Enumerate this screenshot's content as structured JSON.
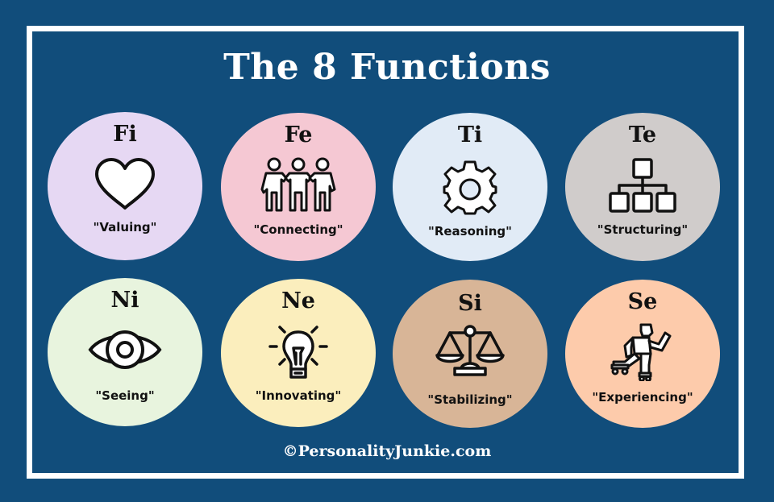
{
  "header": {
    "title": "The 8 Functions"
  },
  "colors": {
    "background": "#114d7b",
    "frame": "#ffffff",
    "text": "#111111"
  },
  "functions": [
    {
      "code": "Fi",
      "label": "\"Valuing\"",
      "icon": "heart-icon",
      "color": "#e6d8f3"
    },
    {
      "code": "Fe",
      "label": "\"Connecting\"",
      "icon": "people-icon",
      "color": "#f5c8d3"
    },
    {
      "code": "Ti",
      "label": "\"Reasoning\"",
      "icon": "gear-icon",
      "color": "#e1ebf6"
    },
    {
      "code": "Te",
      "label": "\"Structuring\"",
      "icon": "org-chart-icon",
      "color": "#d0cccb"
    },
    {
      "code": "Ni",
      "label": "\"Seeing\"",
      "icon": "eye-icon",
      "color": "#e8f4de"
    },
    {
      "code": "Ne",
      "label": "\"Innovating\"",
      "icon": "lightbulb-icon",
      "color": "#fbeebd"
    },
    {
      "code": "Si",
      "label": "\"Stabilizing\"",
      "icon": "scales-icon",
      "color": "#d8b597"
    },
    {
      "code": "Se",
      "label": "\"Experiencing\"",
      "icon": "skater-icon",
      "color": "#fdcbab"
    }
  ],
  "footer": {
    "copyright": "©PersonalityJunkie.com"
  }
}
